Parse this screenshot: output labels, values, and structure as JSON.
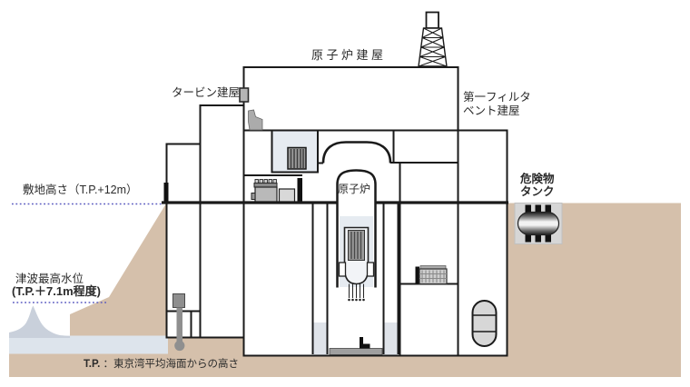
{
  "labels": {
    "reactor_building": "原子炉建屋",
    "turbine_building": "タービン建屋",
    "filter_vent_building": "第一フィルタ\nベント建屋",
    "site_height": "敷地高さ（T.P.+12m）",
    "tsunami_level_line1": "津波最高水位",
    "tsunami_level_line2": "(T.P.＋7.1m程度)",
    "reactor": "原子炉",
    "hazmat_tank": "危険物\nタンク",
    "tp_abbr": "T.P.",
    "tp_note": " ：東京湾平均海面からの高さ"
  },
  "colors": {
    "ground": "#d5c0ab",
    "water": "#dde4ec",
    "wave": "#c9d0db",
    "room_fill": "#e6ebf1",
    "wall_shading": "#dfe3e9",
    "dotted_line": "#5a5ac0",
    "tank_dark": "#1f1f1f",
    "tank_mid": "#6a6a6a",
    "tank_light": "#f2f2f2"
  }
}
